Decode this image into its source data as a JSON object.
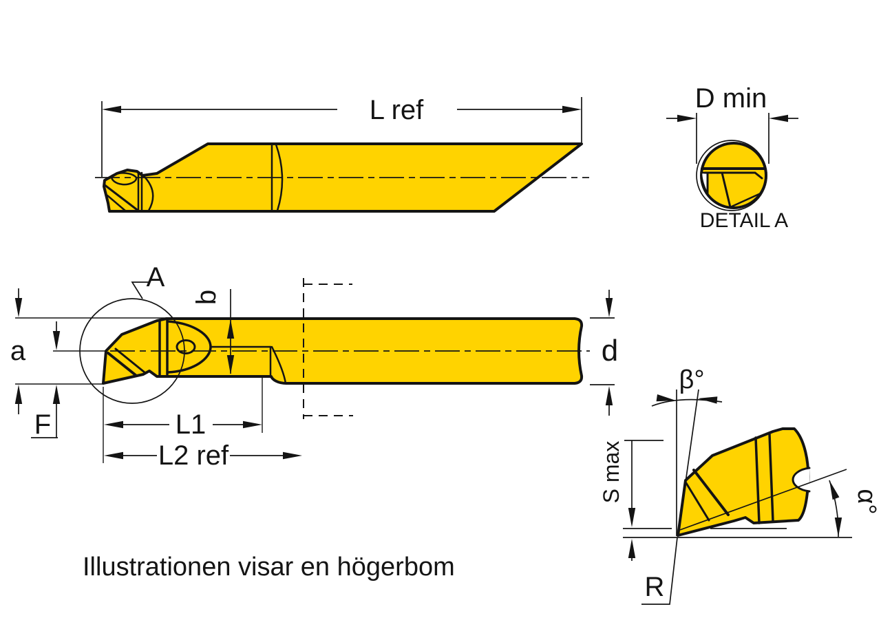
{
  "colors": {
    "tool_fill": "#FFD300",
    "outline": "#141414",
    "background": "#FFFFFF"
  },
  "labels": {
    "l_ref": "L ref",
    "d_min": "D min",
    "detail_a_title": "DETAIL A",
    "detail_marker": "A",
    "a": "a",
    "b": "b",
    "d": "d",
    "f": "F",
    "l1": "L1",
    "l2_ref": "L2 ref",
    "beta": "β°",
    "alpha": "α°",
    "s_max": "S max",
    "r": "R"
  },
  "caption": "Illustrationen visar en högerbom"
}
